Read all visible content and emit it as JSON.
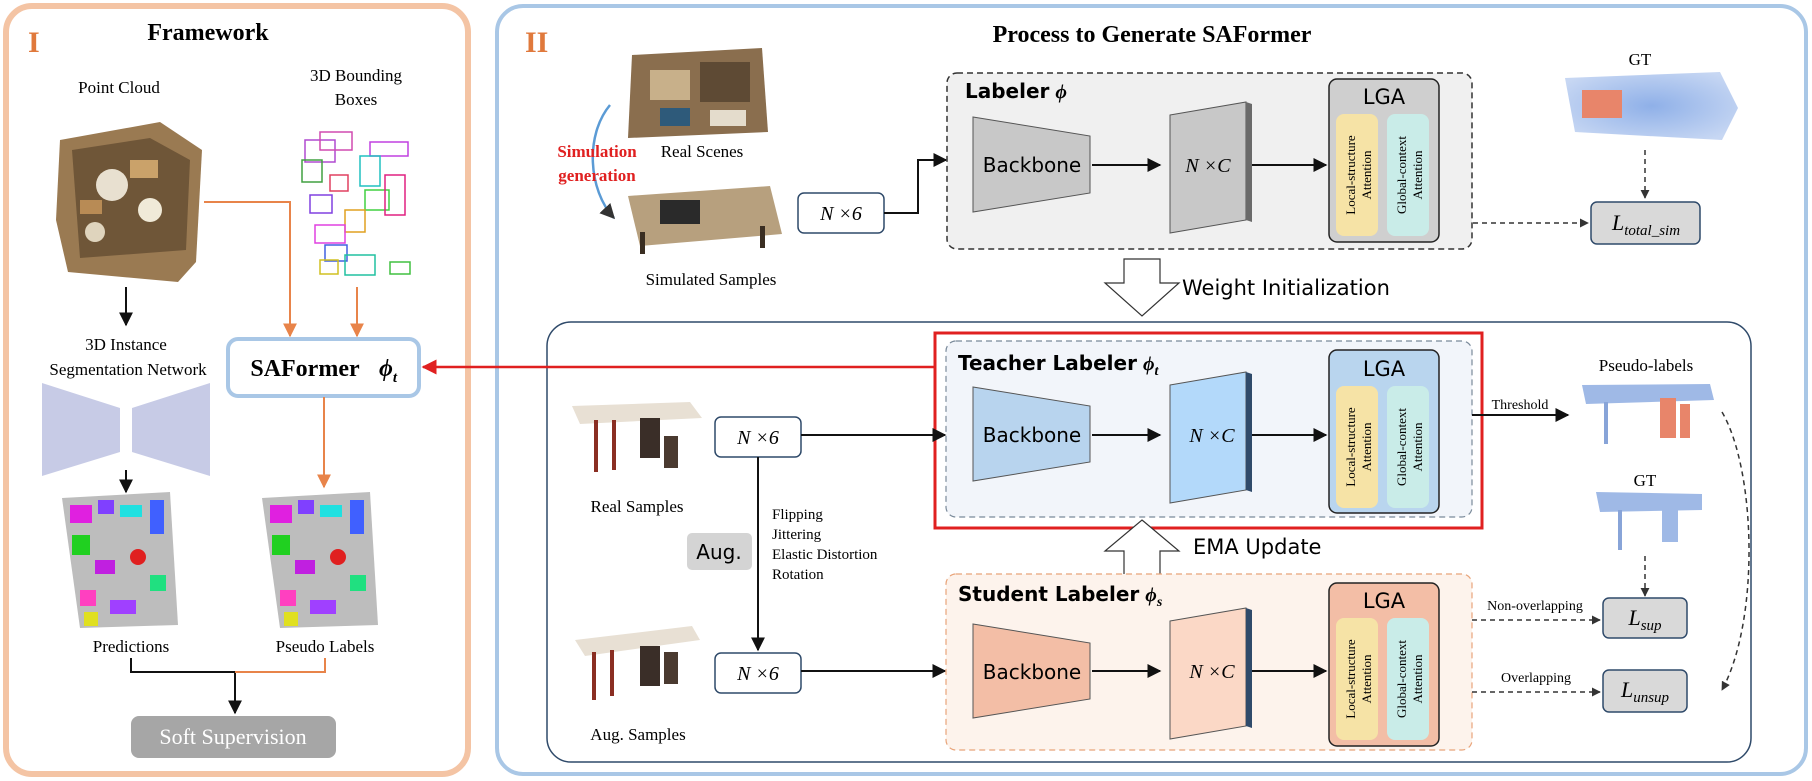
{
  "panel1": {
    "roman": "I",
    "title": "Framework",
    "point_cloud": "Point Cloud",
    "bbox_line1": "3D Bounding",
    "bbox_line2": "Boxes",
    "net_line1": "3D Instance",
    "net_line2": "Segmentation Network",
    "saformer": "SAFormer",
    "saformer_sym": "ϕ",
    "saformer_sub": "t",
    "predictions": "Predictions",
    "pseudo_labels": "Pseudo Labels",
    "soft_supervision": "Soft Supervision"
  },
  "panel2": {
    "roman": "II",
    "title": "Process to Generate SAFormer",
    "real_scenes": "Real Scenes",
    "sim_gen_line1": "Simulation",
    "sim_gen_line2": "generation",
    "simulated_samples": "Simulated Samples",
    "real_samples": "Real Samples",
    "aug_samples": "Aug. Samples",
    "aug_label": "Aug.",
    "aug_ops": [
      "Flipping",
      "Jittering",
      "Elastic Distortion",
      "Rotation"
    ],
    "nx6": "N ×6",
    "nxc": "N ×C",
    "backbone": "Backbone",
    "lga": "LGA",
    "local_attn_1": "Local-structure",
    "local_attn_2": "Attention",
    "global_attn_1": "Global-context",
    "global_attn_2": "Attention",
    "labeler": "Labeler",
    "labeler_sym": "ϕ",
    "teacher": "Teacher Labeler",
    "teacher_sub": "t",
    "student": "Student Labeler",
    "student_sub": "s",
    "weight_init": "Weight Initialization",
    "ema_update": "EMA Update",
    "gt": "GT",
    "pseudo_labels": "Pseudo-labels",
    "threshold": "Threshold",
    "non_overlapping": "Non-overlapping",
    "overlapping": "Overlapping",
    "loss_L": "L",
    "loss_total_sim": "total_sim",
    "loss_sup": "sup",
    "loss_unsup": "unsup"
  },
  "colors": {
    "panel1_border": "#f4c4a4",
    "panel2_border": "#a9c7e6",
    "roman": "#e0793c",
    "orange_arrow": "#e8844a",
    "red_arrow": "#e02020",
    "red_text": "#e02020",
    "backbone_gray": "#c8c8c8",
    "backbone_blue": "#b8d4ee",
    "backbone_orange": "#f3bea6",
    "lga_gray": "#cfcfcf",
    "lga_blue": "#b9d5ee",
    "lga_orange": "#f3bea6",
    "attn_yellow": "#f6e3a6",
    "attn_cyan": "#c9ece8",
    "soft_sup_gray": "#a6a6a6",
    "net_lavender": "#c7cbe6"
  }
}
